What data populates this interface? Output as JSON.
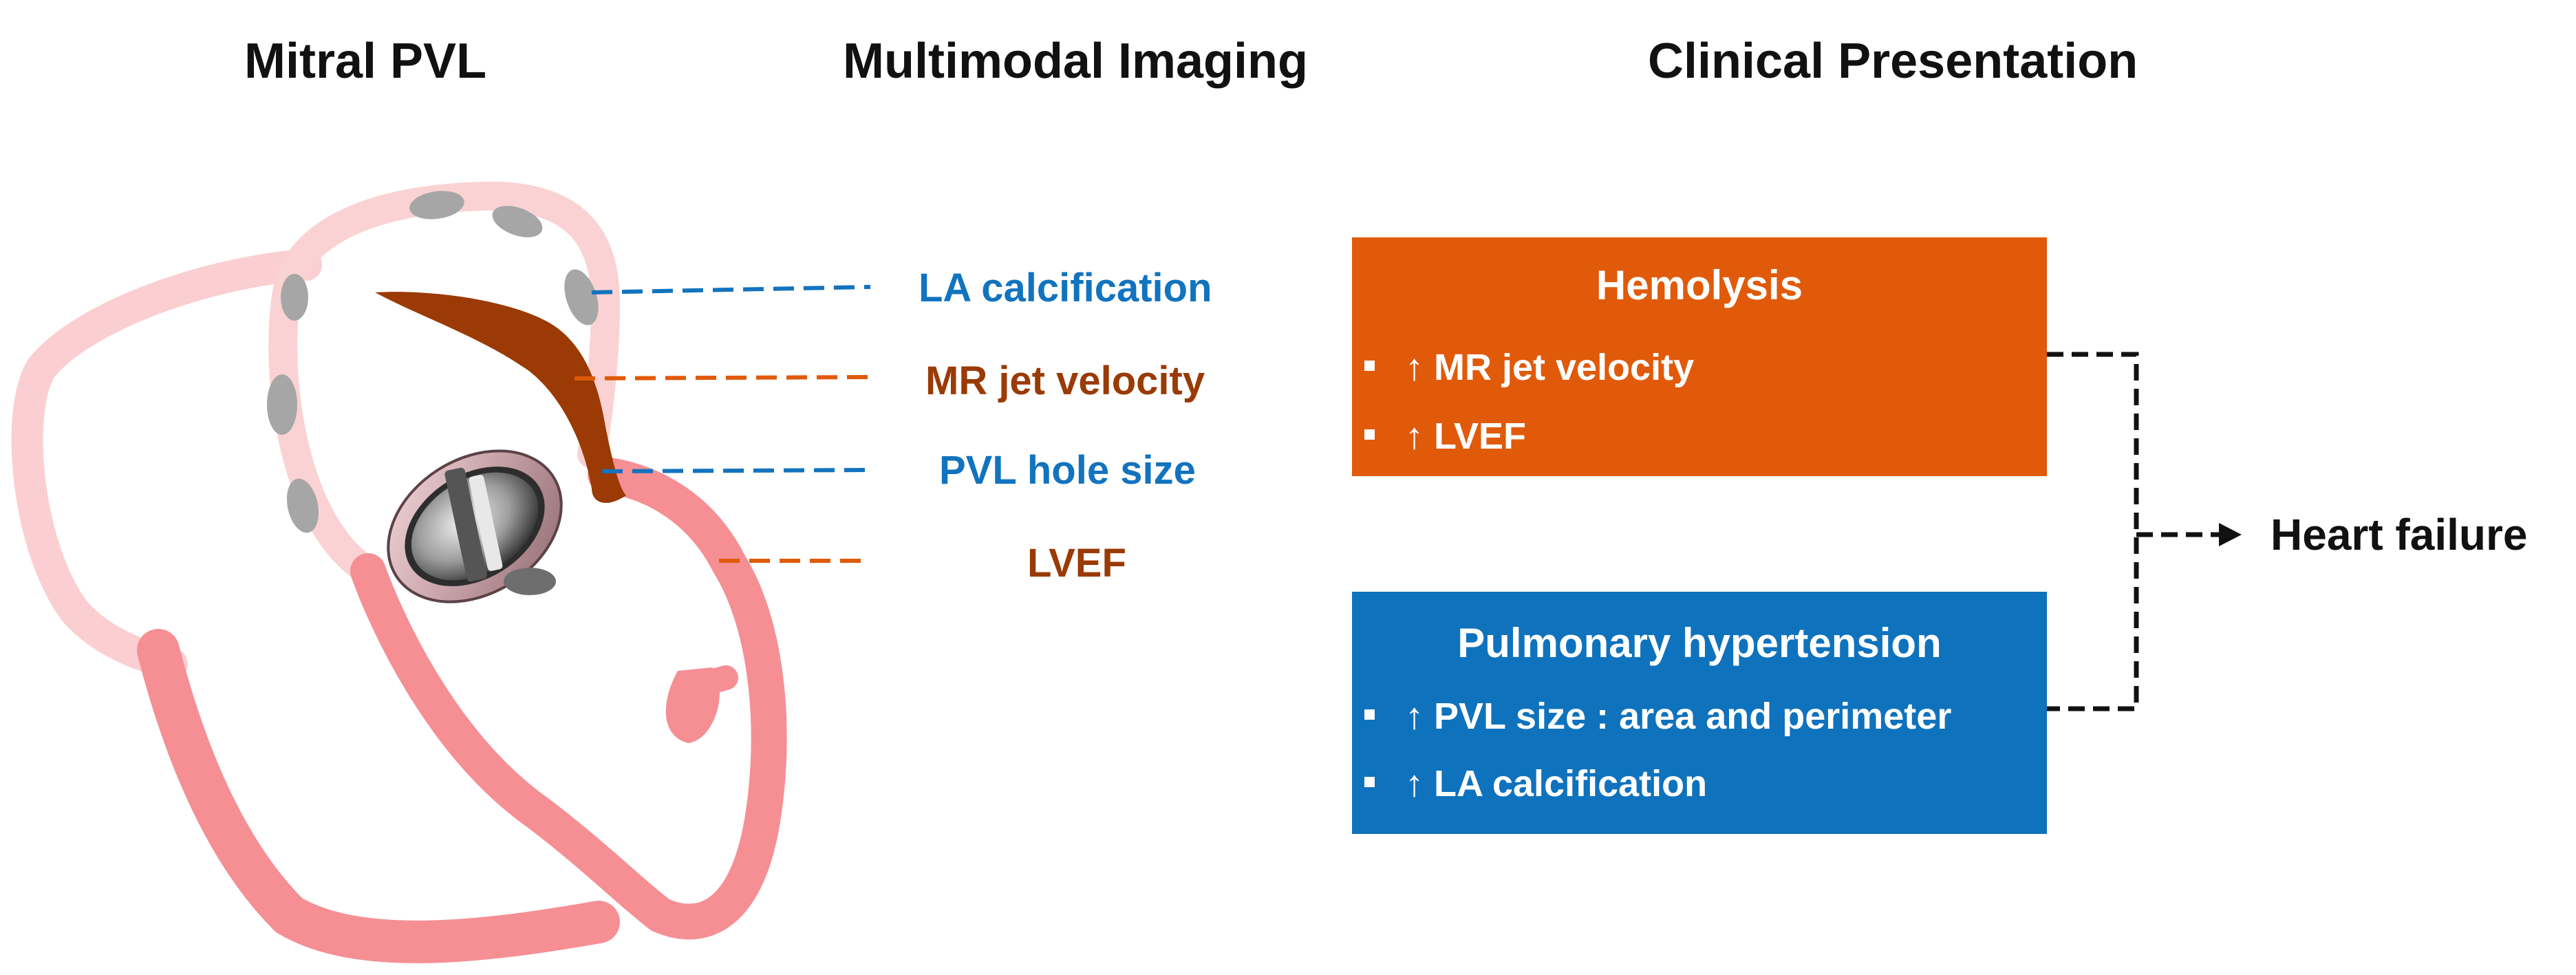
{
  "headers": {
    "left": "Mitral PVL",
    "middle": "Multimodal Imaging",
    "right": "Clinical Presentation"
  },
  "imaging_labels": {
    "la_calcification": "LA calcification",
    "mr_jet_velocity": "MR jet velocity",
    "pvl_hole_size": "PVL hole size",
    "lvef": "LVEF"
  },
  "hemolysis_box": {
    "title": "Hemolysis",
    "bullets": [
      "↑ MR jet velocity",
      "↑ LVEF"
    ]
  },
  "pulmonary_box": {
    "title": "Pulmonary hypertension",
    "bullets": [
      "↑ PVL size : area and perimeter",
      "↑ LA calcification"
    ]
  },
  "outcome": "Heart failure",
  "colors": {
    "blue_label": "#1273be",
    "brown_label": "#9a3a05",
    "hemolysis_box": "#e05a0a",
    "pulmonary_box": "#0f72bd",
    "myocardium": "#f58f94",
    "atrium": "#fbd2d3",
    "jet": "#9b3a05",
    "calcification": "#a6a6a6"
  }
}
